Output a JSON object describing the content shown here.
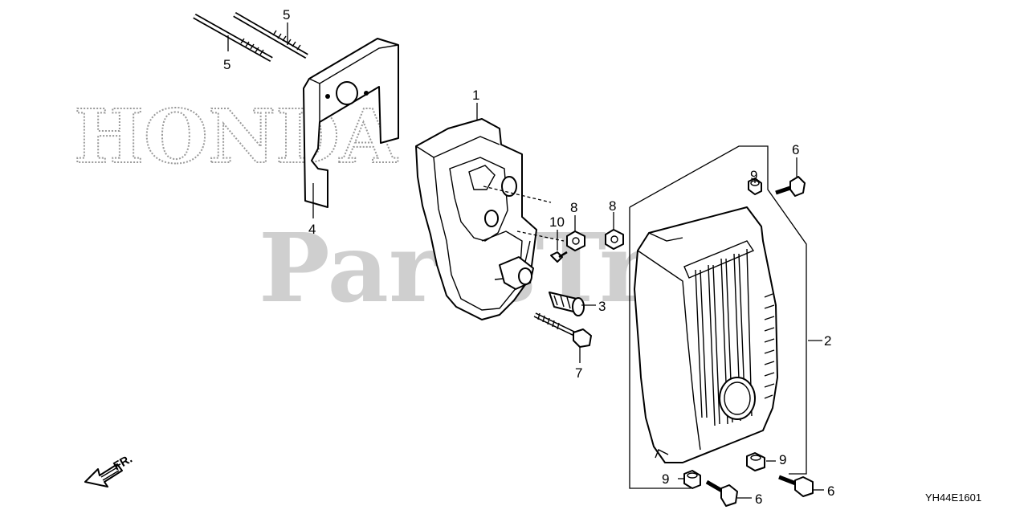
{
  "watermarks": {
    "brand": "HONDA",
    "site": "PartsTree"
  },
  "direction_label": "FR.",
  "diagram_code": "YH44E1601",
  "callouts": {
    "c1": "1",
    "c2": "2",
    "c3": "3",
    "c4": "4",
    "c5a": "5",
    "c5b": "5",
    "c6a": "6",
    "c6b": "6",
    "c6c": "6",
    "c7": "7",
    "c8a": "8",
    "c8b": "8",
    "c9a": "9",
    "c9b": "9",
    "c9c": "9",
    "c10": "10"
  }
}
